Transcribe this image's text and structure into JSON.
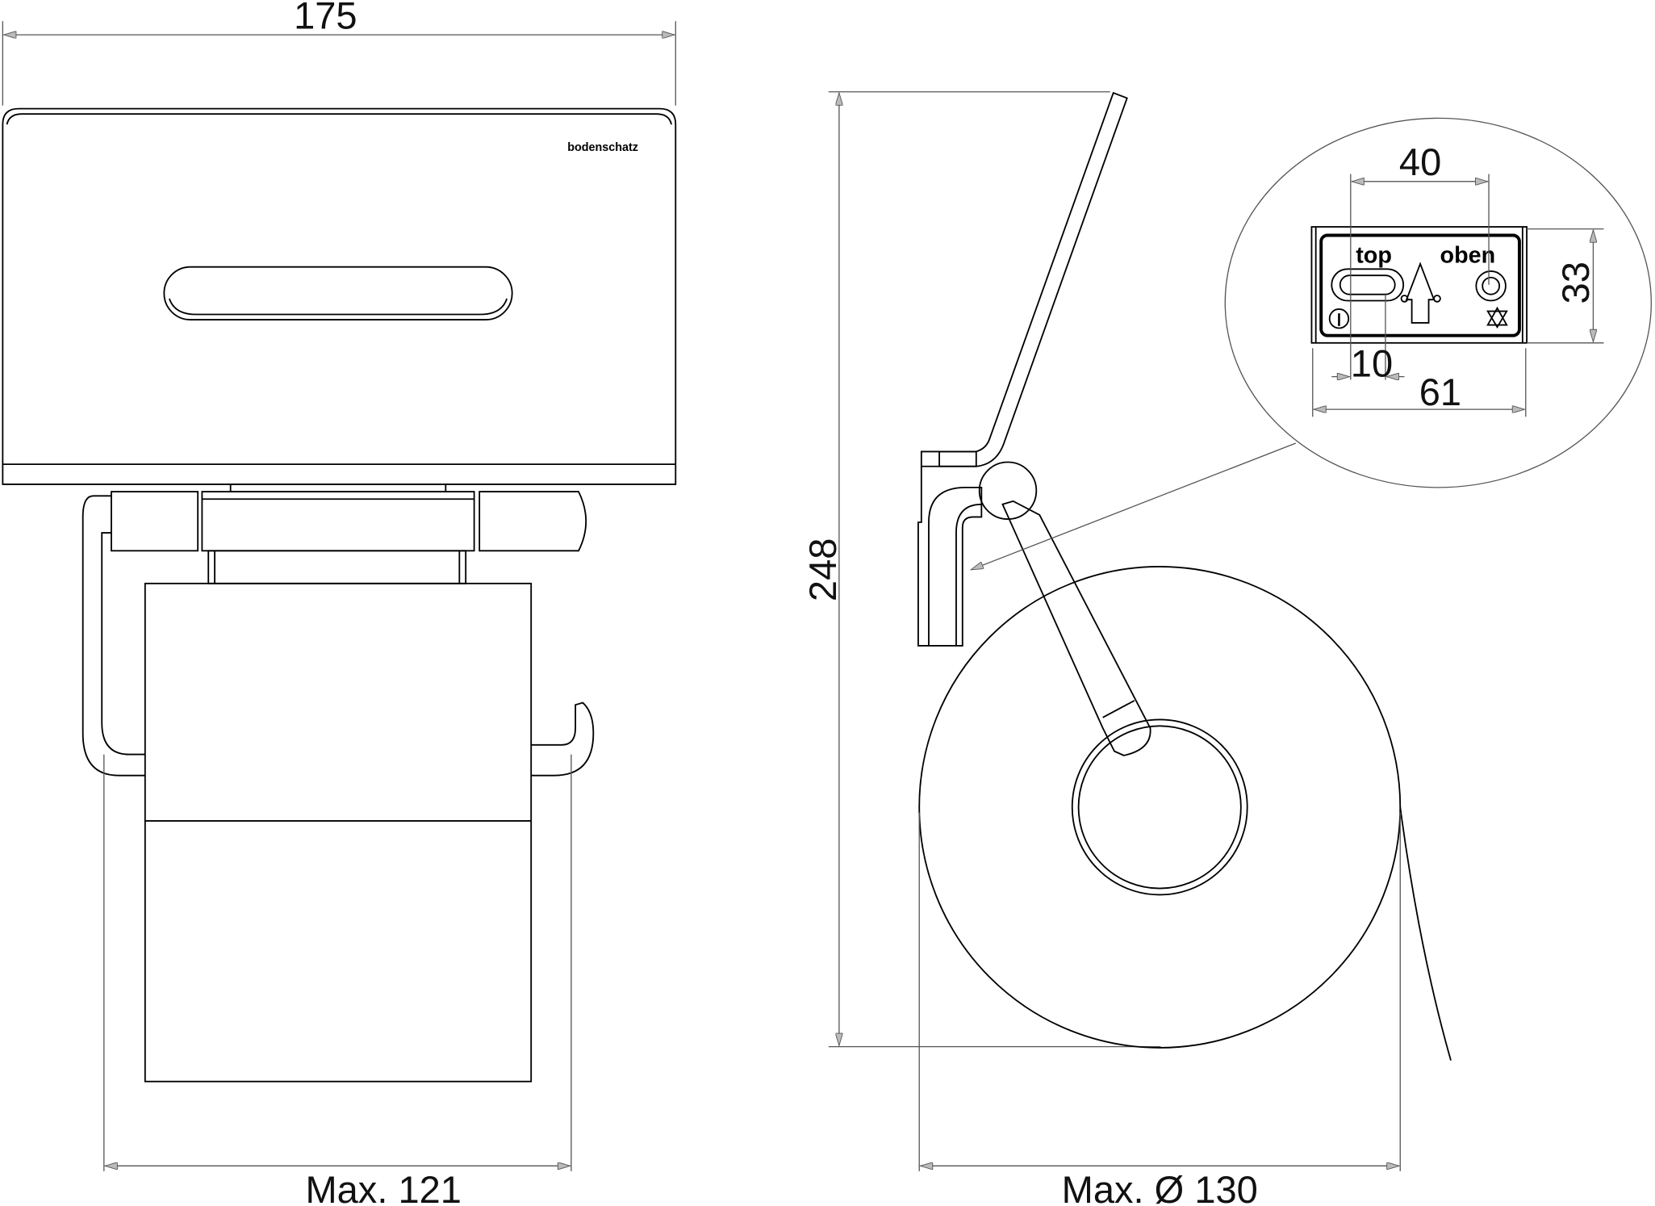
{
  "dimensions": {
    "width_top": "175",
    "width_bottom": "Max. 121",
    "height": "248",
    "diameter": "Max. Ø 130"
  },
  "detail": {
    "label_top": "top",
    "label_oben": "oben",
    "dim_40": "40",
    "dim_33": "33",
    "dim_10": "10",
    "dim_61": "61"
  },
  "brand": "bodenschatz"
}
